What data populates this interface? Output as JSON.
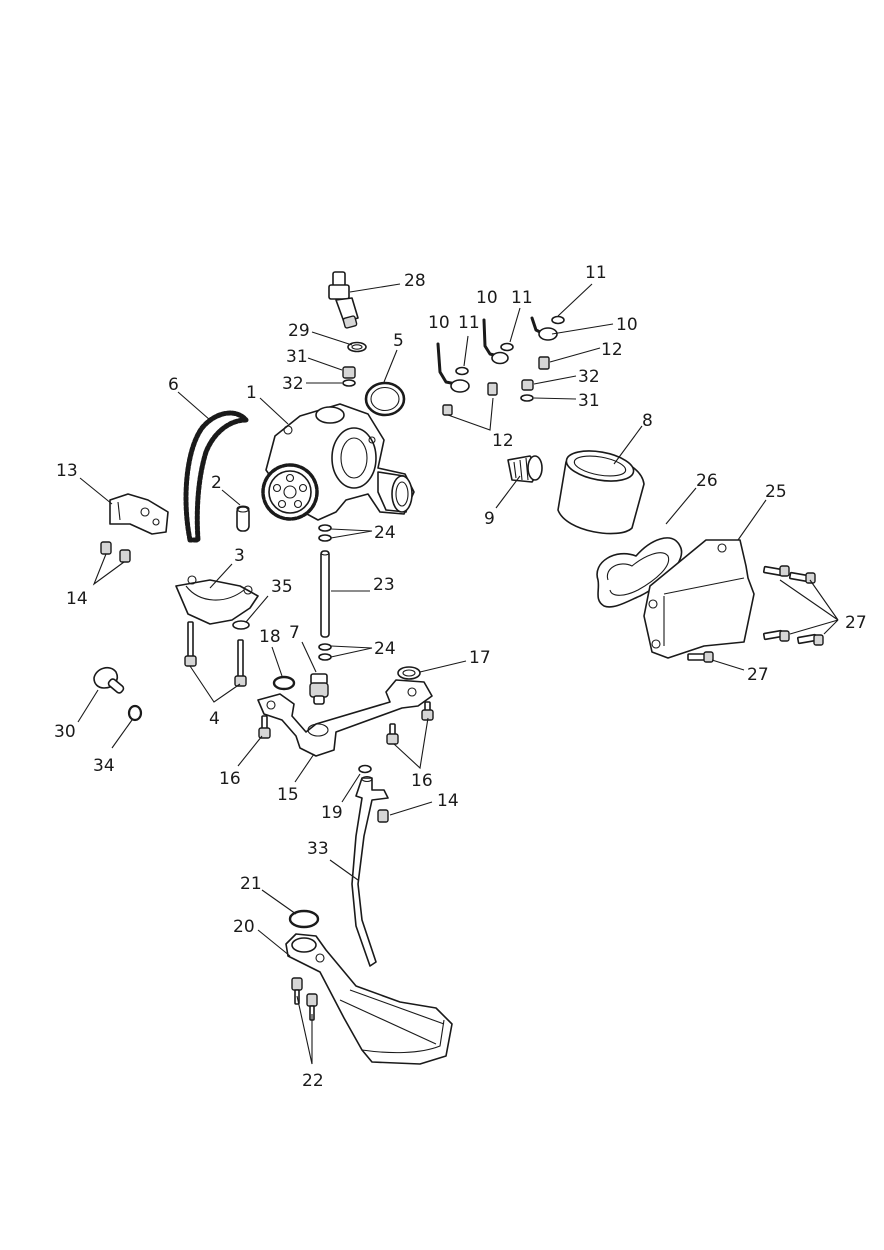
{
  "diagram": {
    "callouts": {
      "c28": "28",
      "c29": "29",
      "c31a": "31",
      "c32a": "32",
      "c5": "5",
      "c6": "6",
      "c1": "1",
      "c11a": "11",
      "c10a": "10",
      "c11b": "11",
      "c10b": "10",
      "c11c": "11",
      "c10c": "10",
      "c12a": "12",
      "c32b": "32",
      "c31b": "31",
      "c12b": "12",
      "c8": "8",
      "c9": "9",
      "c13": "13",
      "c2": "2",
      "c24a": "24",
      "c26": "26",
      "c25": "25",
      "c3": "3",
      "c14a": "14",
      "c23": "23",
      "c35": "35",
      "c18": "18",
      "c7": "7",
      "c24b": "24",
      "c17": "17",
      "c27a": "27",
      "c27b": "27",
      "c4": "4",
      "c30": "30",
      "c34": "34",
      "c16a": "16",
      "c15": "15",
      "c16b": "16",
      "c19": "19",
      "c14b": "14",
      "c33": "33",
      "c21": "21",
      "c20": "20",
      "c22": "22"
    }
  }
}
